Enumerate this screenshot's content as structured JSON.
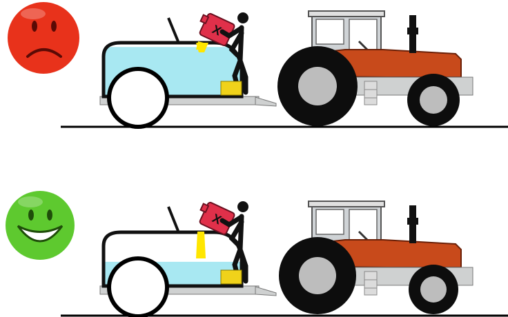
{
  "colors": {
    "background": "#ffffff",
    "sad_face": "#e8321b",
    "happy_face": "#5ec92f",
    "tank_fill": "#a8e8f2",
    "tank_outline": "#111111",
    "chassis": "#cfd1d1",
    "tractor_body": "#c84a1b",
    "tractor_cab": "#cfd3d6",
    "tire": "#0d0d0d",
    "rim": "#bdbdbd",
    "canister": "#e0304a",
    "pour_stream": "#ffe600",
    "measure_cup": "#f0d21a",
    "person": "#111111",
    "ground": "#000000"
  },
  "scenes": [
    {
      "mood": "sad",
      "face_icon": "sad-face-icon",
      "tank_fill_level": 0.92
    },
    {
      "mood": "happy",
      "face_icon": "happy-face-icon",
      "tank_fill_level": 0.45
    }
  ],
  "canister_mark": "X"
}
